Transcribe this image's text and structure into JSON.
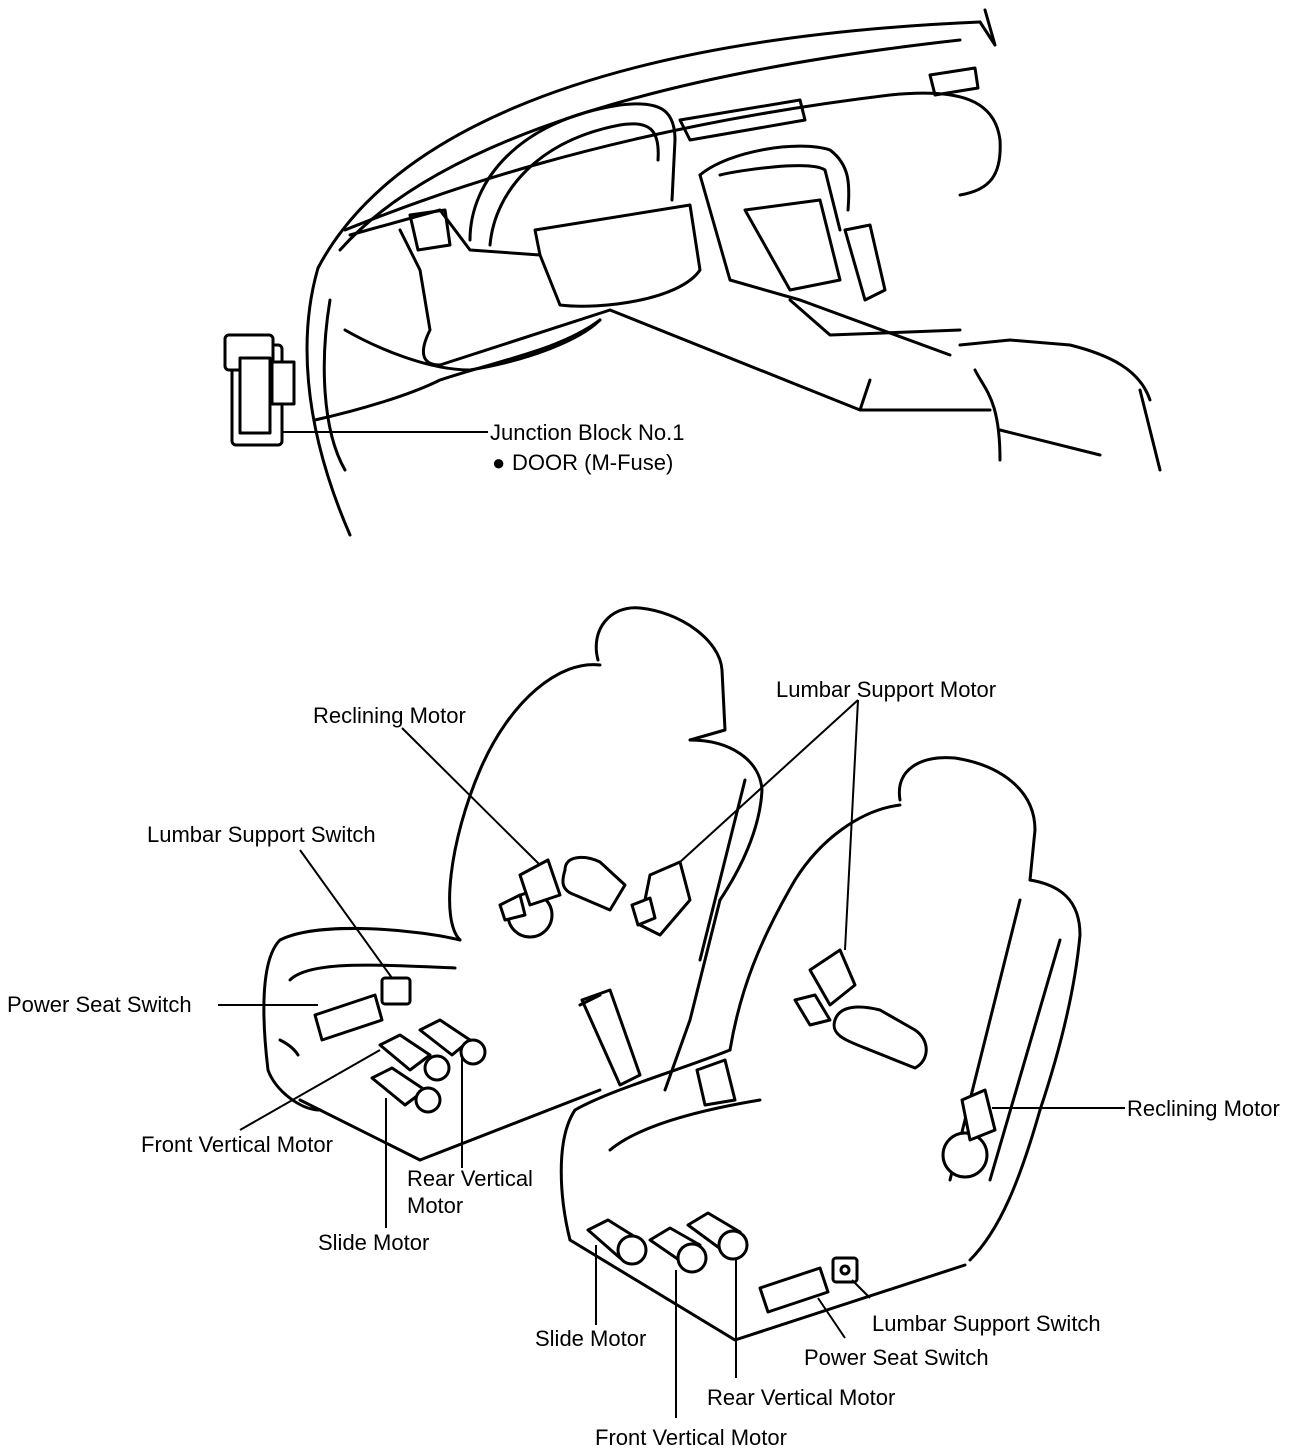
{
  "top_view": {
    "junction_block_label": "Junction Block No.1",
    "door_fuse_label": "DOOR  (M-Fuse)",
    "bullet_glyph": "●"
  },
  "left_seat": {
    "reclining_motor": "Reclining Motor",
    "lumbar_support_motor": "Lumbar Support Motor",
    "lumbar_support_switch": "Lumbar Support Switch",
    "power_seat_switch": "Power Seat Switch",
    "front_vertical_motor": "Front Vertical Motor",
    "rear_vertical_motor_line1": "Rear Vertical",
    "rear_vertical_motor_line2": "Motor",
    "slide_motor": "Slide Motor"
  },
  "right_seat": {
    "reclining_motor": "Reclining Motor",
    "lumbar_support_switch": "Lumbar Support Switch",
    "power_seat_switch": "Power Seat Switch",
    "slide_motor": "Slide Motor",
    "rear_vertical_motor": "Rear Vertical Motor",
    "front_vertical_motor": "Front Vertical Motor"
  }
}
